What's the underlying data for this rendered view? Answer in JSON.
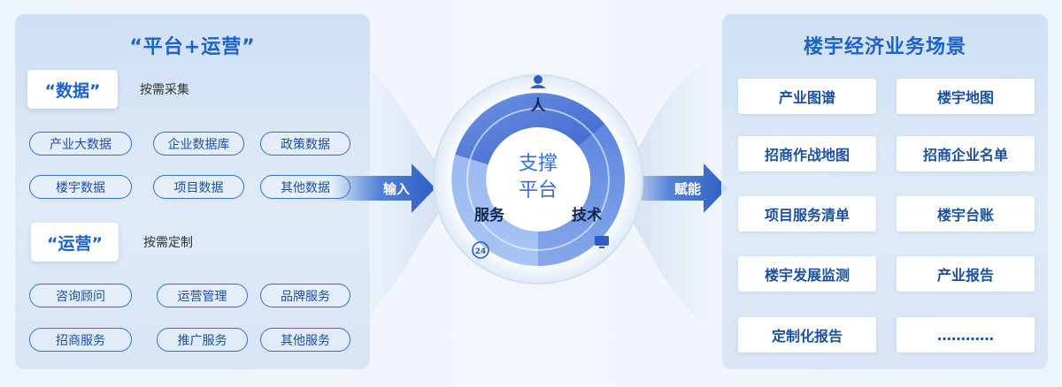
{
  "left": {
    "title": "“平台+运营”",
    "data_section": {
      "label": "“数据”",
      "note": "按需采集",
      "items": [
        "产业大数据",
        "企业数据库",
        "政策数据",
        "楼宇数据",
        "项目数据",
        "其他数据"
      ]
    },
    "ops_section": {
      "label": "“运营”",
      "note": "按需定制",
      "items": [
        "咨询顾问",
        "运营管理",
        "品牌服务",
        "招商服务",
        "推广服务",
        "其他服务"
      ]
    }
  },
  "input_arrow": "输入",
  "output_arrow": "赋能",
  "hub": {
    "center": [
      "支撑",
      "平台"
    ],
    "segments": [
      "人",
      "技术",
      "服务"
    ]
  },
  "right": {
    "title": "楼宇经济业务场景",
    "items": [
      "产业图谱",
      "楼宇地图",
      "招商作战地图",
      "招商企业名单",
      "项目服务清单",
      "楼宇台账",
      "楼宇发展监测",
      "产业报告",
      "定制化报告",
      "…………"
    ]
  },
  "colors": {
    "accent": "#1c62c9",
    "pill_border": "#2f6fd6",
    "arrow": "#3a6fd0"
  }
}
